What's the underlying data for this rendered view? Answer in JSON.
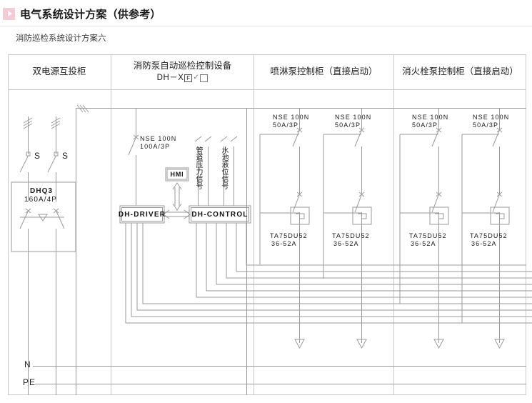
{
  "header": {
    "badge_icon": "play-triangle-icon",
    "title": "电气系统设计方案（供参考）",
    "subtitle": "消防巡检系统设计方案六"
  },
  "columns": [
    {
      "id": "dual-power",
      "title": "双电源互投柜",
      "subtitle": ""
    },
    {
      "id": "patrol-ctrl",
      "title": "消防泵自动巡检控制设备",
      "subtitle_prefix": "DH－X",
      "subtitle_box1": "F",
      "subtitle_check": "✓",
      "subtitle_box2": ""
    },
    {
      "id": "spray-pump",
      "title": "喷淋泵控制柜（直接启动）",
      "subtitle": ""
    },
    {
      "id": "hydrant-pump",
      "title": "消火栓泵控制柜（直接启动）",
      "subtitle": ""
    }
  ],
  "dual_power": {
    "switch_label_1": "S",
    "switch_label_2": "S",
    "device_name": "DHQ3",
    "device_rating": "160A/4P"
  },
  "patrol_control": {
    "breaker_name": "NSE 100N",
    "breaker_rating": "100A/3P",
    "hmi_label": "HMI",
    "driver_label": "DH-DRIVER",
    "control_label": "DH-CONTROL",
    "signal_pressure": "管道压力信号",
    "signal_level": "水池液位信号"
  },
  "motor_feeders": [
    {
      "column": "spray-pump",
      "breaker_name": "NSE 100N",
      "breaker_rating": "50A/3P",
      "relay_name": "TA75DU52",
      "relay_range": "36-52A"
    },
    {
      "column": "spray-pump",
      "breaker_name": "NSE 100N",
      "breaker_rating": "50A/3P",
      "relay_name": "TA75DU52",
      "relay_range": "36-52A"
    },
    {
      "column": "hydrant-pump",
      "breaker_name": "NSE 100N",
      "breaker_rating": "50A/3P",
      "relay_name": "TA75DU52",
      "relay_range": "36-52A"
    },
    {
      "column": "hydrant-pump",
      "breaker_name": "NSE 100N",
      "breaker_rating": "50A/3P",
      "relay_name": "TA75DU52",
      "relay_range": "36-52A"
    }
  ],
  "bus_labels": {
    "neutral": "N",
    "protective_earth": "PE"
  },
  "colors": {
    "badge": "#f4cdd4",
    "frame": "#c9c9c9",
    "wire": "#9a9a9a",
    "text": "#1c1c1c"
  }
}
